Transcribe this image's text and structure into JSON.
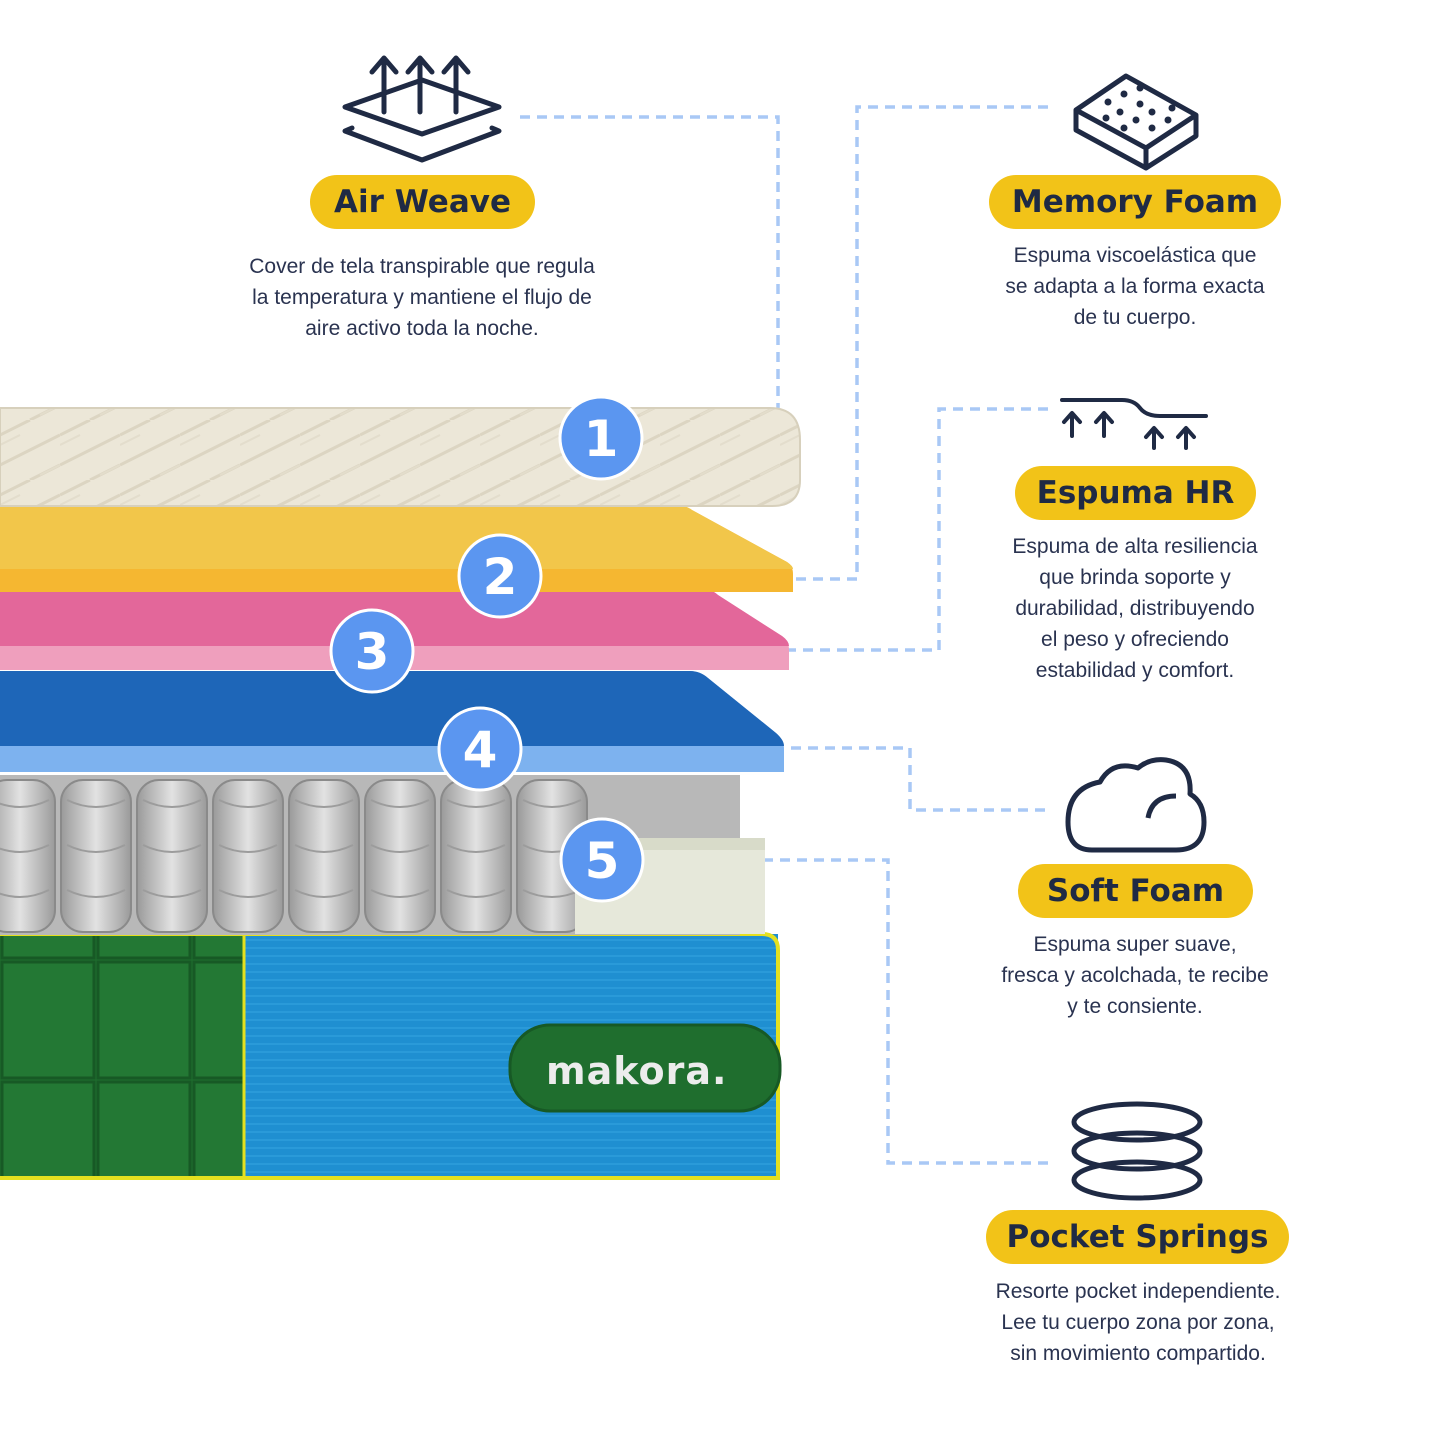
{
  "brand": "makora.",
  "colors": {
    "accent": "#f2c318",
    "connector": "#a9c8f5",
    "badge": "#5b96f0",
    "icon": "#1f2a44",
    "cover": "#ece7d8",
    "memory_foam": "#f5b731",
    "hr_foam": "#ef9fbd",
    "soft_foam": "#7db2ef",
    "base_blue": "#1f8fd1",
    "base_green": "#1f6e2e"
  },
  "layers": [
    {
      "number": "1",
      "title": "Air Weave",
      "icon": "layers-arrows-up-icon",
      "description": [
        "Cover de tela transpirable que regula",
        "la temperatura y mantiene el flujo de",
        "aire activo toda la noche."
      ]
    },
    {
      "number": "2",
      "title": "Memory Foam",
      "icon": "perforated-foam-block-icon",
      "description": [
        "Espuma viscoelástica que",
        "se adapta a la forma exacta",
        "de tu cuerpo."
      ]
    },
    {
      "number": "3",
      "title": "Espuma HR",
      "icon": "pressure-support-arrows-icon",
      "description": [
        "Espuma de alta resiliencia",
        "que brinda soporte y",
        "durabilidad, distribuyendo",
        "el peso y ofreciendo",
        "estabilidad y comfort."
      ]
    },
    {
      "number": "4",
      "title": "Soft Foam",
      "icon": "cloud-icon",
      "description": [
        "Espuma super suave,",
        "fresca y acolchada, te recibe",
        "y te consiente."
      ]
    },
    {
      "number": "5",
      "title": "Pocket Springs",
      "icon": "coil-spring-icon",
      "description": [
        "Resorte pocket independiente.",
        "Lee tu cuerpo zona por zona,",
        "sin movimiento compartido."
      ]
    }
  ]
}
